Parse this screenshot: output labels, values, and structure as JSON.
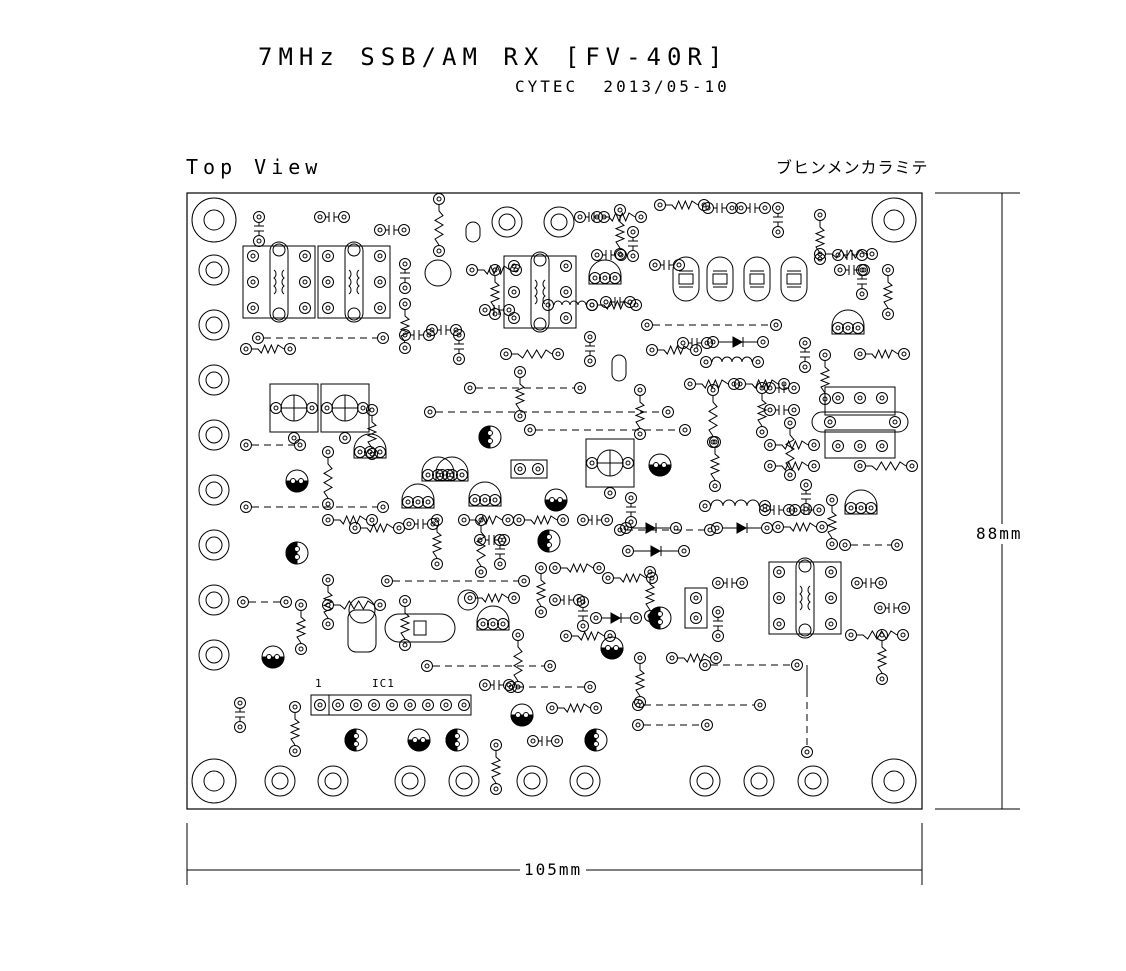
{
  "title": "7MHz SSB/AM RX [FV-40R]",
  "subtitle": "CYTEC  2013/05-10",
  "view_label": "Top View",
  "note_kana": "ブヒンメンカラミテ",
  "dimensions": {
    "width": "105mm",
    "height": "88mm"
  },
  "ic": {
    "label": "IC1",
    "pin1": "1"
  }
}
